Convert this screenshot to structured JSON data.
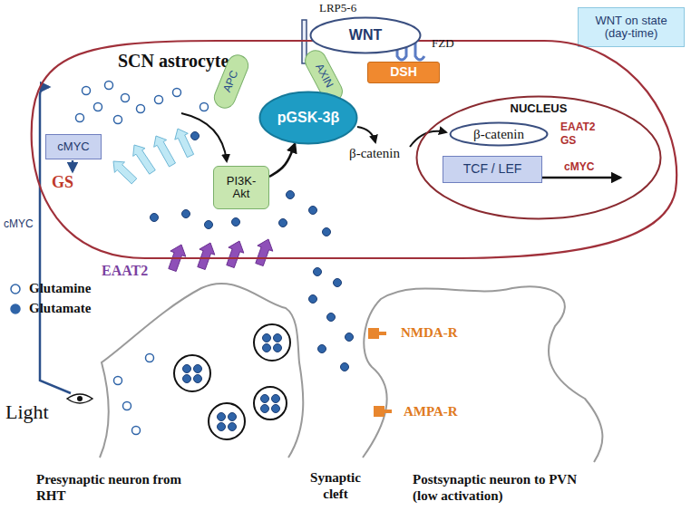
{
  "diagram": {
    "nodes": [
      {
        "text": [
          "WNT on state (day-time)"
        ]
      },
      {
        "text": [
          "SCN astrocyte"
        ]
      },
      {
        "text": [
          "WNT"
        ]
      },
      {
        "text": [
          "DSH"
        ],
        "in": 1
      },
      {
        "text": [
          "APC"
        ],
        "in": 1
      },
      {
        "text": [
          "AXIN"
        ],
        "in": 1
      },
      {
        "text": [
          "pGSK-3β"
        ],
        "in": 1
      },
      {
        "text": [
          "cMYC"
        ],
        "in": 1
      },
      {
        "text": [
          "PI3K- Akt"
        ],
        "in": 1
      },
      {
        "text": [
          "NUCLEUS"
        ],
        "in": 1
      },
      {
        "text": [
          "β-catenin"
        ],
        "in": 9
      },
      {
        "text": [
          "TCF / LEF"
        ],
        "in": 9
      }
    ],
    "edges": [
      {
        "from": 8,
        "to": 6,
        "arrow": "to"
      }
    ],
    "labels": [
      "LRP5-6",
      "FZD",
      "GS",
      "β-catenin",
      "EAAT2",
      "GS",
      "cMYC",
      "EAAT2",
      "cMYC",
      "Light",
      "Presynaptic neuron from RHT",
      "Synaptic cleft",
      "Postsynaptic neuron to PVN (low activation)",
      "NMDA-R",
      "AMPA-R"
    ],
    "legend": [
      {
        "text": "Glutamine"
      },
      {
        "text": "Glutamate"
      }
    ]
  }
}
